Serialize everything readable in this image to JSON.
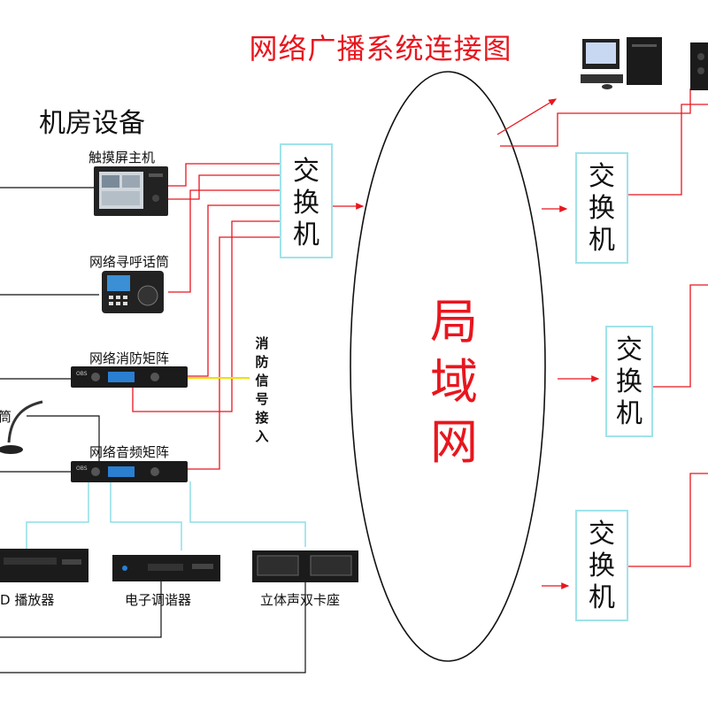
{
  "title": "网络广播系统连接图",
  "section_title": "机房设备",
  "devices": {
    "touch_host": "触摸屏主机",
    "paging_mic": "网络寻呼话筒",
    "fire_matrix": "网络消防矩阵",
    "audio_matrix": "网络音频矩阵",
    "gooseneck_partial": "筒",
    "cd_player_partial": "D 播放器",
    "tuner": "电子调谐器",
    "cassette": "立体声双卡座"
  },
  "fire_signal": "消防信号接入",
  "switch_label": "交换机",
  "lan_label": "局域网",
  "colors": {
    "title": "#e8161e",
    "lan": "#e8161e",
    "wire_red": "#e8161e",
    "wire_cyan": "#8fdde6",
    "wire_yellow": "#f0e000",
    "switch_border": "#9fe3ea"
  }
}
